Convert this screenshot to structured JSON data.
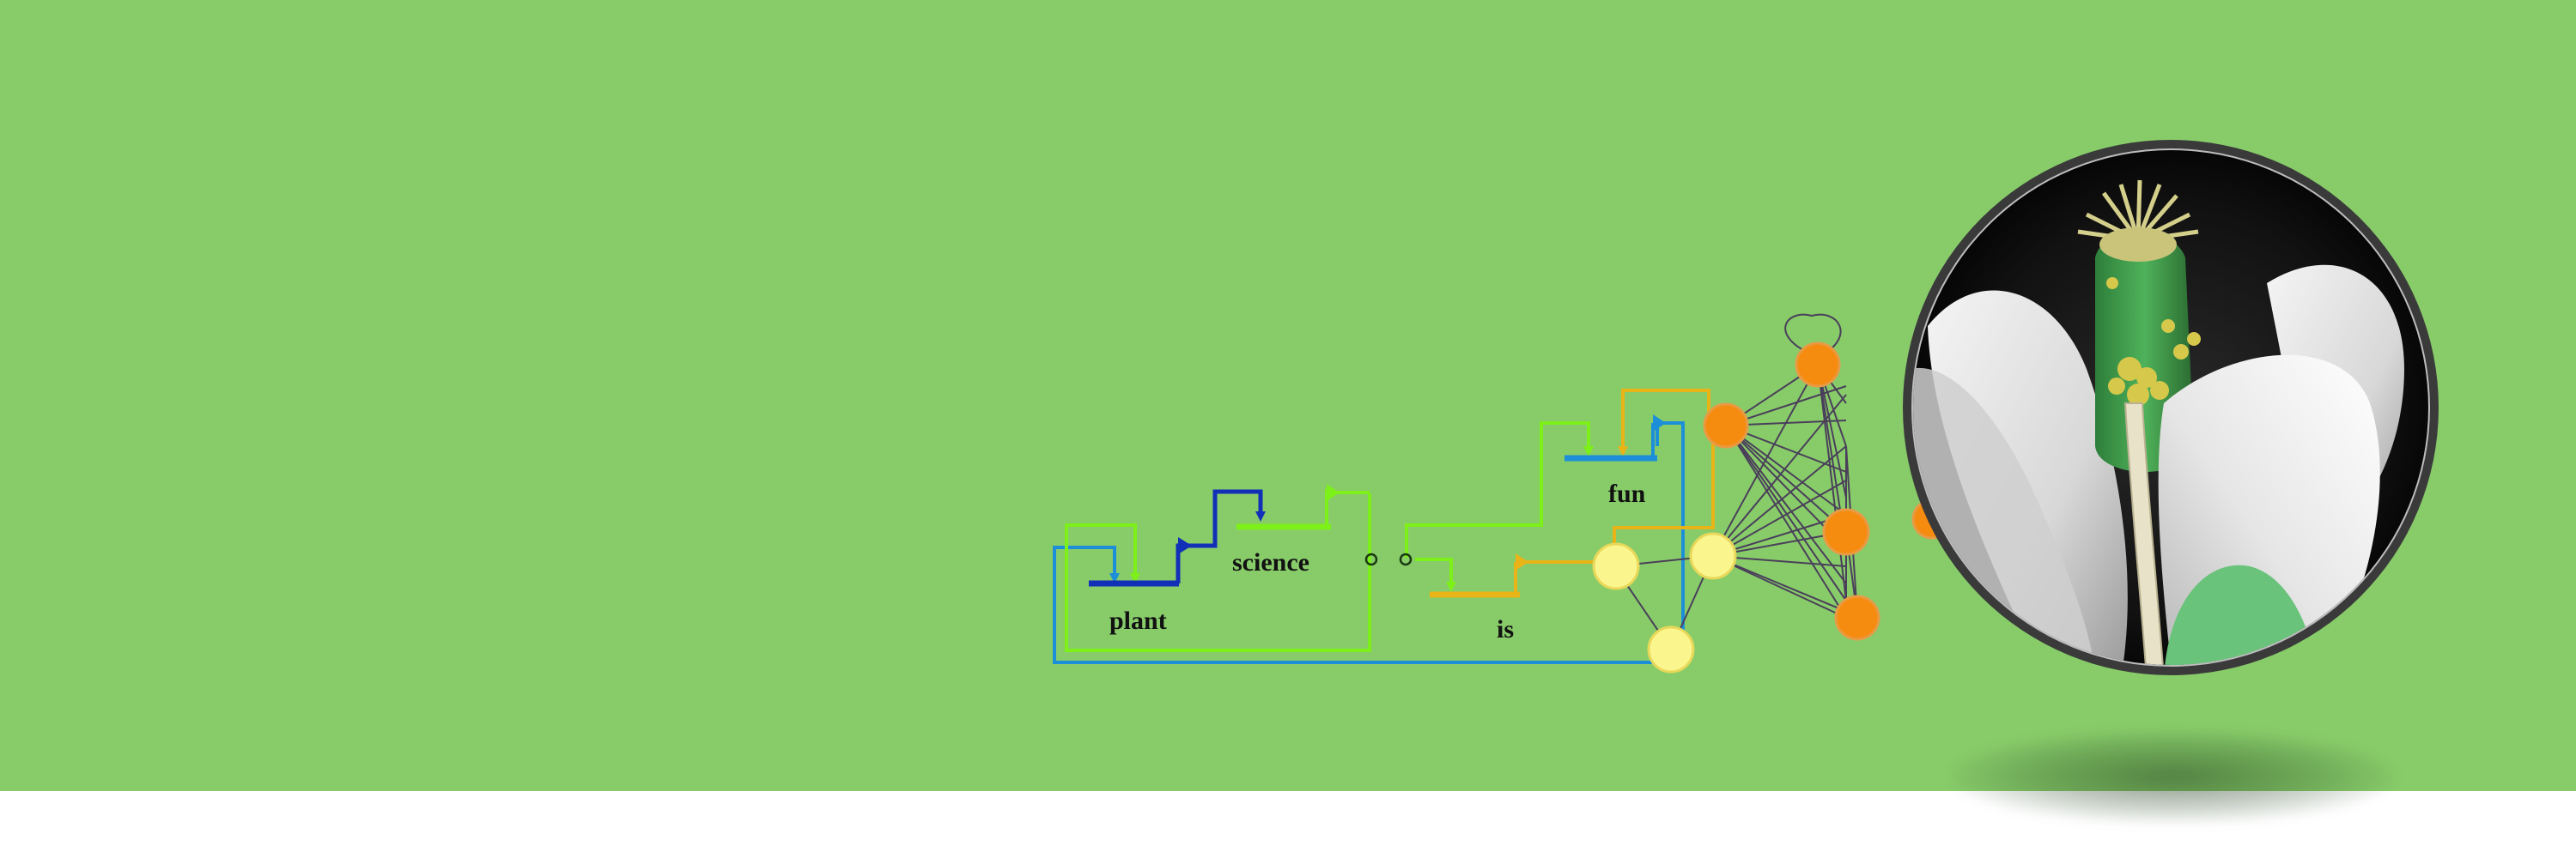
{
  "words": {
    "plant": "plant",
    "science": "science",
    "is": "is",
    "fun": "fun"
  },
  "colors": {
    "background": "#88cc6a",
    "page": "#ffffff",
    "dark_blue": "#1030b8",
    "light_blue": "#1d8fd8",
    "lime": "#7cf018",
    "gold": "#e8b417",
    "yellow_node": "#fbf58e",
    "orange_node": "#f58c0f",
    "edge": "#4a3f5a",
    "lens_frame": "#333333"
  },
  "icons": {
    "lens": "flower-micrograph-lens"
  }
}
